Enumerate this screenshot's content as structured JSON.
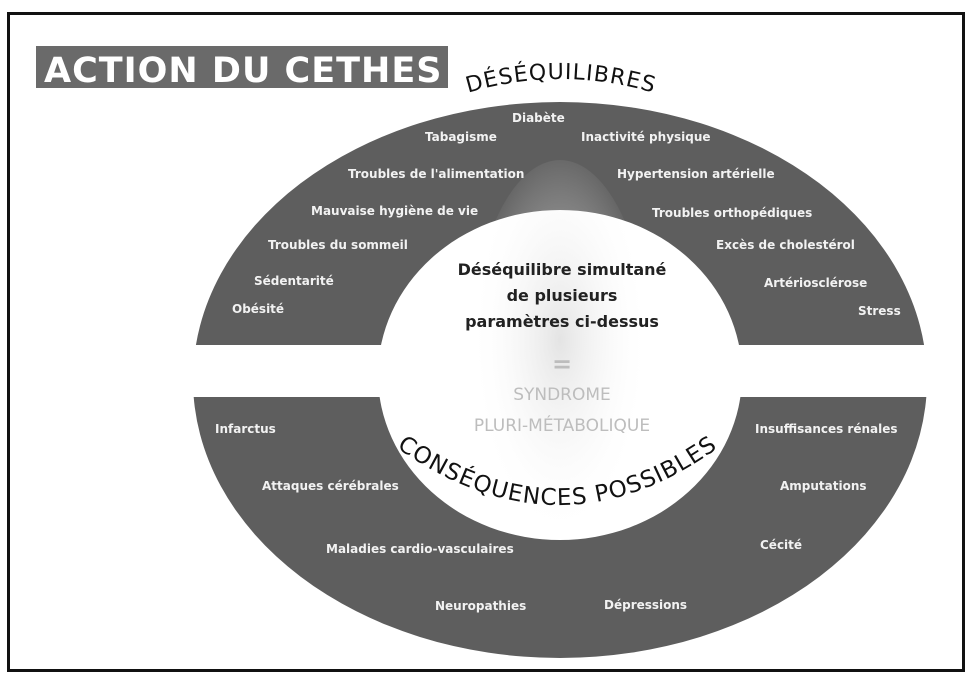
{
  "title": "ACTION DU CETHES",
  "top_arc_label": "DÉSÉQUILIBRES",
  "bottom_arc_label": "CONSÉQUENCES POSSIBLES",
  "center": {
    "line1": "Déséquilibre simultané",
    "line2": "de plusieurs",
    "line3": "paramètres ci-dessus",
    "equals": "=",
    "syndrome1": "SYNDROME",
    "syndrome2": "PLURI-MÉTABOLIQUE"
  },
  "imbalances": [
    "Diabète",
    "Tabagisme",
    "Inactivité physique",
    "Troubles de l'alimentation",
    "Hypertension artérielle",
    "Mauvaise hygiène de vie",
    "Troubles orthopédiques",
    "Troubles du sommeil",
    "Excès de cholestérol",
    "Sédentarité",
    "Artériosclérose",
    "Obésité",
    "Stress"
  ],
  "consequences": [
    "Infarctus",
    "Insuffisances rénales",
    "Attaques cérébrales",
    "Amputations",
    "Maladies cardio-vasculaires",
    "Cécité",
    "Neuropathies",
    "Dépressions"
  ],
  "colors": {
    "ring": "#5e5e5e",
    "ring_text": "#f2f2f2",
    "title_bg": "#6a6a6a",
    "title_text": "#ffffff",
    "center_text": "#222222",
    "syndrome_text": "#bdbdbd"
  }
}
